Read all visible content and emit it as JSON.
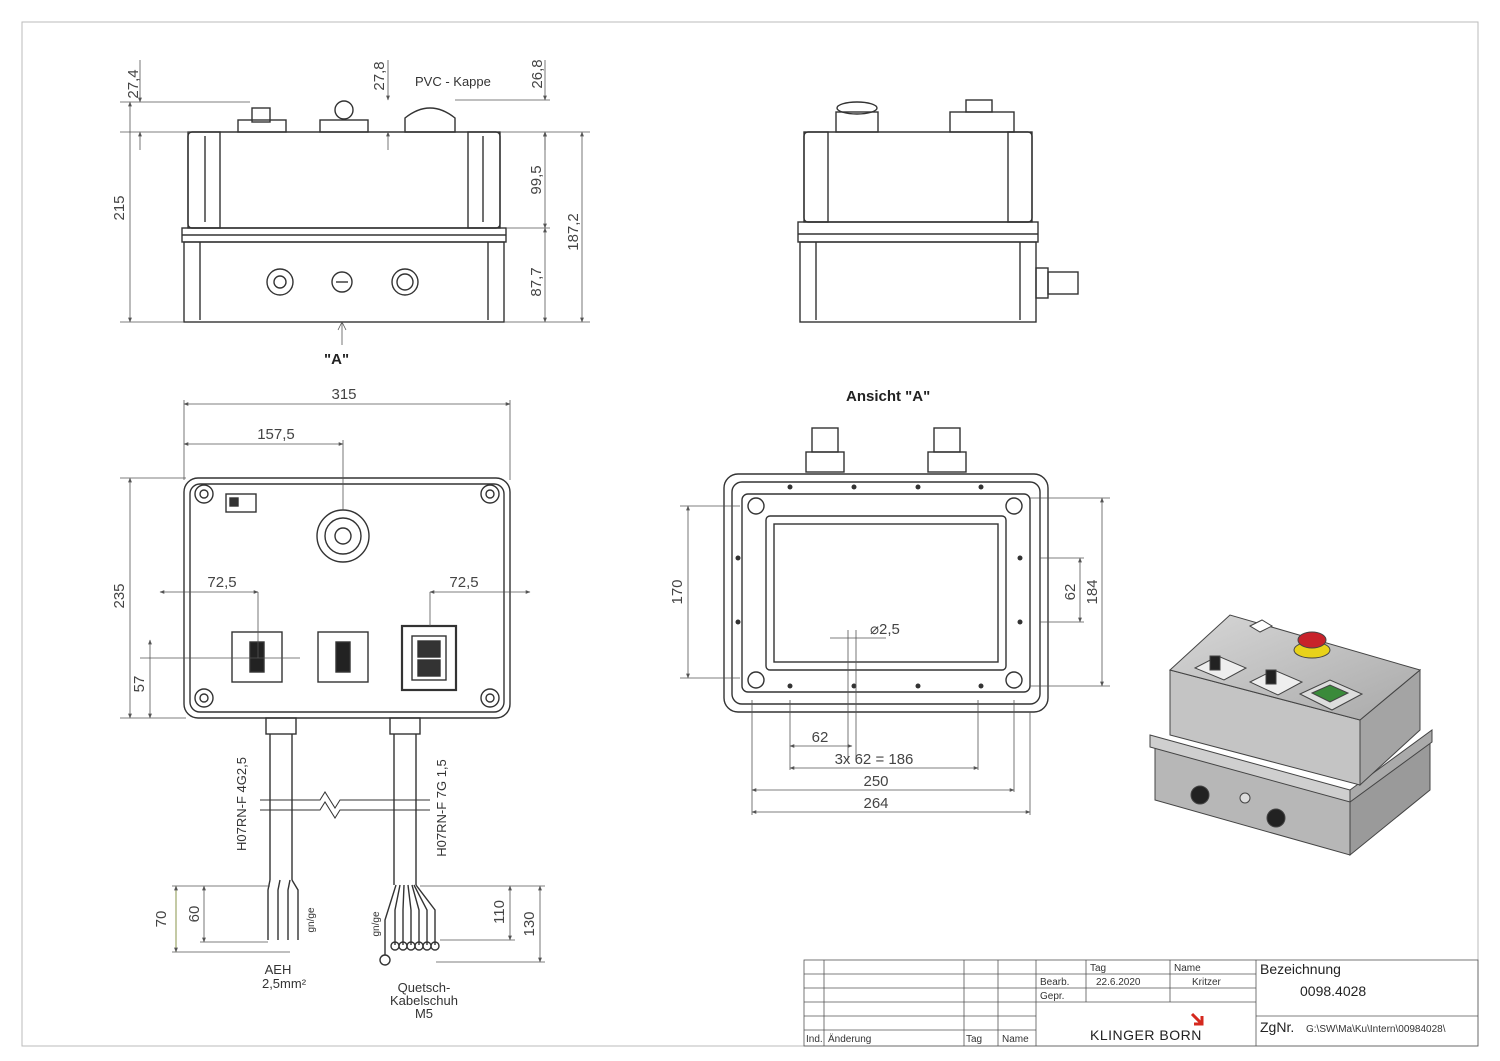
{
  "dims": {
    "d_27_4": "27,4",
    "d_27_8": "27,8",
    "d_26_8": "26,8",
    "d_99_5": "99,5",
    "d_215": "215",
    "d_187_2": "187,2",
    "d_87_7": "87,7",
    "d_315": "315",
    "d_157_5": "157,5",
    "d_235": "235",
    "d_72_5_left": "72,5",
    "d_72_5_right": "72,5",
    "d_57": "57",
    "d_170": "170",
    "d_184": "184",
    "d_62_right": "62",
    "d_dia_2_5": "⌀2,5",
    "d_62_bottom": "62",
    "d_3x62": "3x 62 = 186",
    "d_250": "250",
    "d_264": "264",
    "d_70": "70",
    "d_60": "60",
    "d_110": "110",
    "d_130": "130"
  },
  "labels": {
    "pvc_cap": "PVC - Kappe",
    "view_a_marker": "\"A\"",
    "view_a_title": "Ansicht \"A\"",
    "cable_1": "H07RN-F 4G2,5",
    "cable_2": "H07RN-F 7G 1,5",
    "gnge_1": "gn/ge",
    "gnge_2": "gn/ge",
    "aeh_1": "AEH",
    "aeh_2": "2,5mm²",
    "quetsch_1": "Quetsch-",
    "quetsch_2": "Kabelschuh",
    "quetsch_3": "M5"
  },
  "title_block": {
    "tag_header": "Tag",
    "name_header": "Name",
    "bearb_label": "Bearb.",
    "bearb_date": "22.6.2020",
    "bearb_name": "Kritzer",
    "gepr_label": "Gepr.",
    "ind_label": "Ind.",
    "aenderung_label": "Änderung",
    "tag_footer": "Tag",
    "name_footer": "Name",
    "bezeichnung_label": "Bezeichnung",
    "bezeichnung_value": "0098.4028",
    "zgnr_label": "ZgNr.",
    "zgnr_value": "G:\\SW\\Ma\\Ku\\Intern\\00984028\\",
    "company": "KLINGER BORN"
  },
  "colors": {
    "line": "#333333",
    "dim_line": "#555555",
    "dim_green": "#6b7a1e",
    "estop_red": "#c8222a",
    "estop_yellow": "#e8d21a",
    "housing_grey": "#c9c9c9",
    "logo_red": "#d5281e"
  }
}
